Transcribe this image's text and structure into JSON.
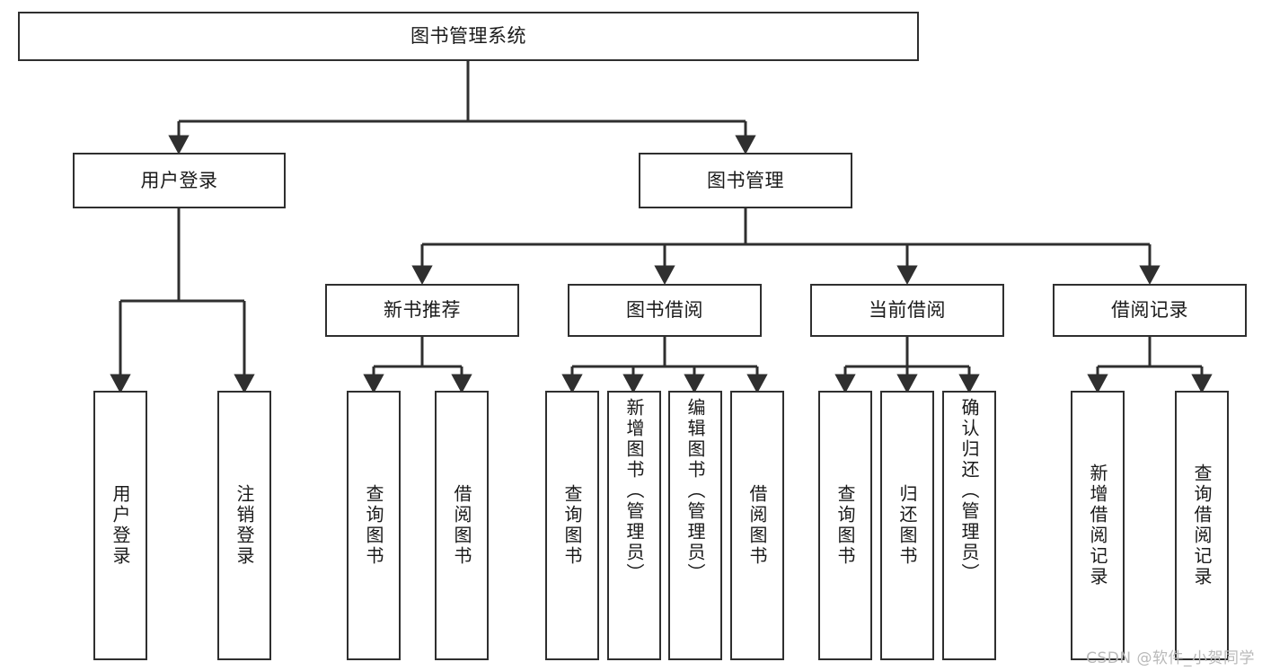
{
  "diagram": {
    "title": "图书管理系统",
    "type": "tree-hierarchy-diagram",
    "style": {
      "node_border_color": "#2f2f2f",
      "node_fill_color": "#ffffff",
      "edge_color": "#2f2f2f",
      "text_color": "#1a1a1a",
      "background_color": "#ffffff"
    },
    "root": {
      "label": "图书管理系统"
    },
    "level2": [
      {
        "label": "用户登录"
      },
      {
        "label": "图书管理"
      }
    ],
    "level3": [
      {
        "label": "新书推荐"
      },
      {
        "label": "图书借阅"
      },
      {
        "label": "当前借阅"
      },
      {
        "label": "借阅记录"
      }
    ],
    "leaves": {
      "user_login": [
        {
          "label": "用户登录"
        },
        {
          "label": "注销登录"
        }
      ],
      "new_book_recommend": [
        {
          "label": "查询图书"
        },
        {
          "label": "借阅图书"
        }
      ],
      "book_borrow": [
        {
          "label": "查询图书"
        },
        {
          "label": "新增图书（管理员）"
        },
        {
          "label": "编辑图书（管理员）"
        },
        {
          "label": "借阅图书"
        }
      ],
      "current_borrow": [
        {
          "label": "查询图书"
        },
        {
          "label": "归还图书"
        },
        {
          "label": "确认归还（管理员）"
        }
      ],
      "borrow_record": [
        {
          "label": "新增借阅记录"
        },
        {
          "label": "查询借阅记录"
        }
      ]
    }
  },
  "watermark": {
    "text": "CSDN @软件_小贺同学"
  }
}
